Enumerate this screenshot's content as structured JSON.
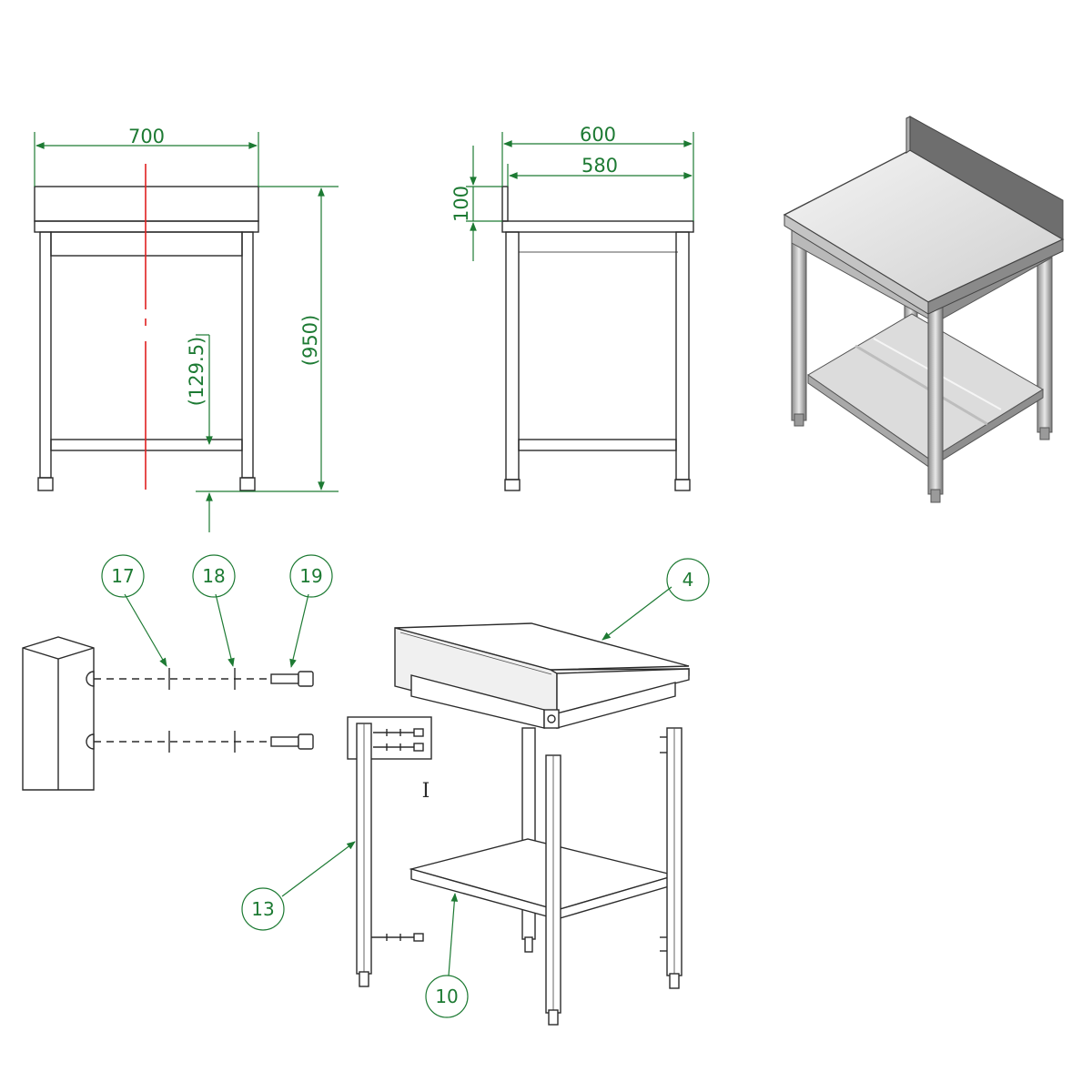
{
  "front_view": {
    "width_label": "700",
    "height_label": "(950)",
    "shelf_height_label": "(129.5)"
  },
  "side_view": {
    "depth_label": "600",
    "inner_depth_label": "580",
    "upstand_label": "100"
  },
  "balloons": [
    {
      "id": "17",
      "label": "17"
    },
    {
      "id": "18",
      "label": "18"
    },
    {
      "id": "19",
      "label": "19"
    },
    {
      "id": "4",
      "label": "4"
    },
    {
      "id": "13",
      "label": "13"
    },
    {
      "id": "10",
      "label": "10"
    }
  ],
  "detail_marker": "I",
  "colors": {
    "dimension": "#1d7a33",
    "centerline": "#e02020",
    "outline": "#2b2b2b",
    "steel_dark": "#6e6e6e",
    "steel_light": "#d9d9d9"
  }
}
